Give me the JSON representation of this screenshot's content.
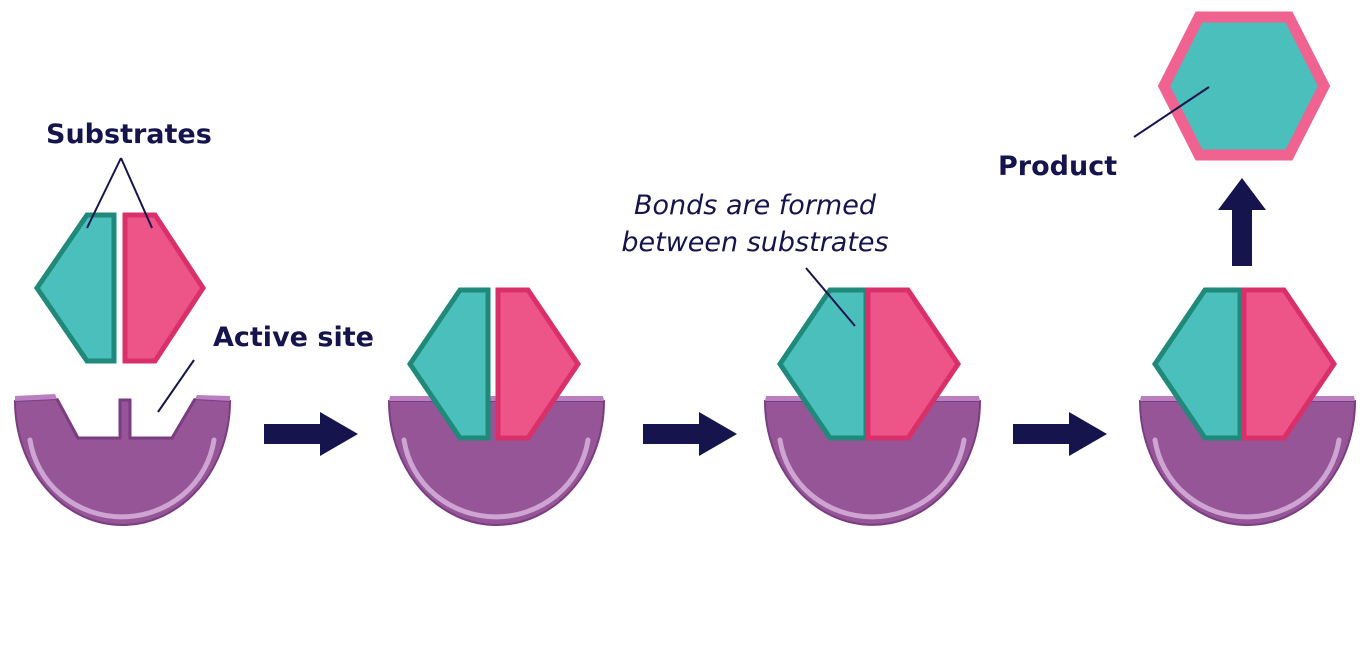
{
  "labels": {
    "substrates": "Substrates",
    "active_site": "Active site",
    "bonds_line1": "Bonds are formed",
    "bonds_line2": "between substrates",
    "product": "Product"
  },
  "colors": {
    "teal_fill": "#4bbfbb",
    "teal_stroke": "#1f8a7a",
    "pink_fill": "#ed5589",
    "pink_stroke": "#d9306a",
    "product_border": "#f0628f",
    "enzyme_fill": "#955597",
    "enzyme_side": "#7b3d82",
    "enzyme_top": "#b97fc0",
    "enzyme_highlight": "#d8b3dc",
    "navy": "#15144d"
  },
  "stages": [
    {
      "id": "separate",
      "description_key": ""
    },
    {
      "id": "bound"
    },
    {
      "id": "bonded"
    },
    {
      "id": "released"
    }
  ]
}
